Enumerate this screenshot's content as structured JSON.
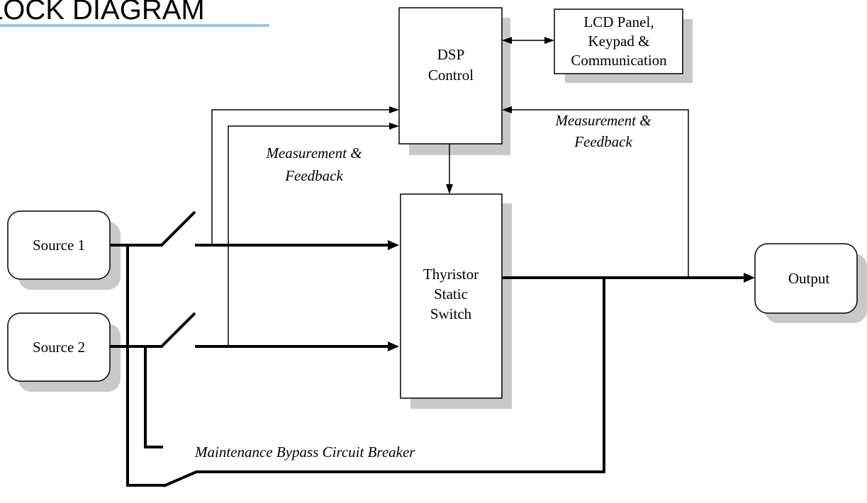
{
  "header": {
    "title": "LOCK DIAGRAM",
    "underline_color": "#9ec6f0"
  },
  "blocks": {
    "dsp": {
      "line1": "DSP",
      "line2": "Control"
    },
    "lcd": {
      "line1": "LCD Panel,",
      "line2": "Keypad &",
      "line3": "Communication"
    },
    "source1": {
      "label": "Source 1"
    },
    "source2": {
      "label": "Source 2"
    },
    "thyristor": {
      "line1": "Thyristor",
      "line2": "Static",
      "line3": "Switch"
    },
    "output": {
      "label": "Output"
    }
  },
  "annotations": {
    "feedback_left": {
      "line1": "Measurement &",
      "line2": "Feedback"
    },
    "feedback_right": {
      "line1": "Measurement &",
      "line2": "Feedback"
    },
    "bypass": "Maintenance Bypass Circuit Breaker"
  },
  "colors": {
    "shadow": "#c8c8c8",
    "line": "#000000",
    "accent": "#9ec6f0"
  }
}
